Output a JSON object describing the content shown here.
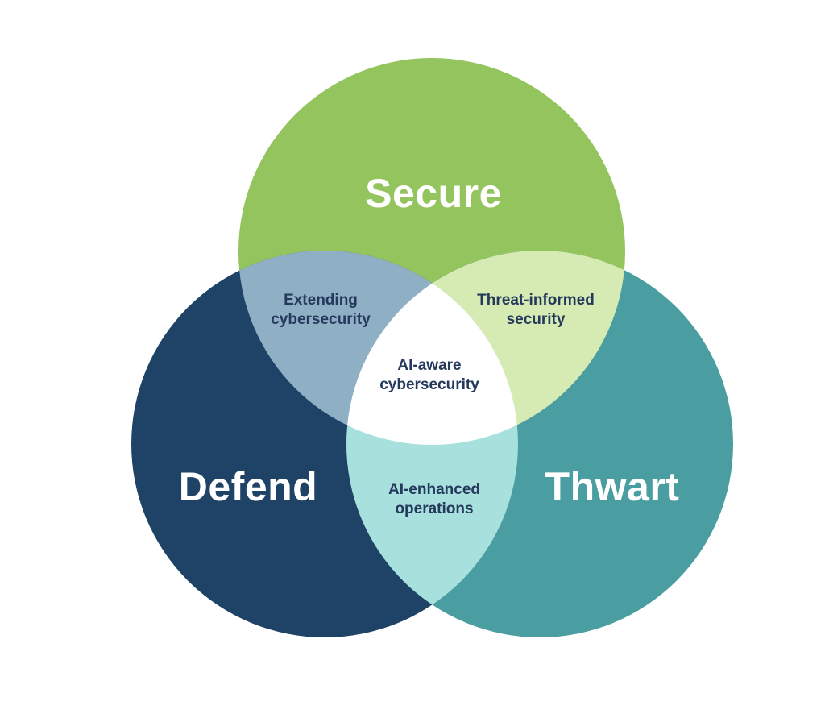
{
  "diagram": {
    "type": "venn-3",
    "background": "#ffffff",
    "sets": [
      {
        "id": "secure",
        "label": "Secure",
        "color": "#94C45E",
        "text_color": "#ffffff"
      },
      {
        "id": "defend",
        "label": "Defend",
        "color": "#1F4366",
        "text_color": "#ffffff"
      },
      {
        "id": "thwart",
        "label": "Thwart",
        "color": "#4A9DA0",
        "text_color": "#ffffff"
      }
    ],
    "intersections": [
      {
        "id": "secure-defend",
        "sets": "Secure + Defend",
        "label": "Extending\ncybersecurity",
        "color": "#8FAFC4",
        "text_color": "#24395C"
      },
      {
        "id": "secure-thwart",
        "sets": "Secure + Thwart",
        "label": "Threat-informed\nsecurity",
        "color": "#D6EBB4",
        "text_color": "#24395C"
      },
      {
        "id": "defend-thwart",
        "sets": "Defend + Thwart",
        "label": "AI-enhanced\noperations",
        "color": "#A7E0DD",
        "text_color": "#24395C"
      },
      {
        "id": "secure-defend-thwart",
        "sets": "Secure + Defend + Thwart",
        "label": "AI-aware\ncybersecurity",
        "color": "#FFFFFF",
        "text_color": "#24395C"
      }
    ]
  }
}
